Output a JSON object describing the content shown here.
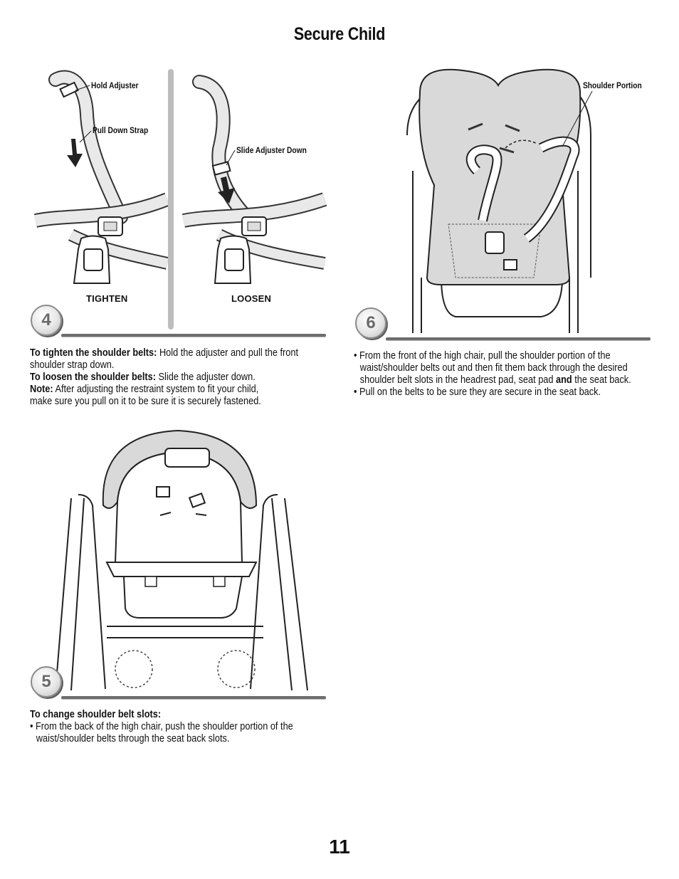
{
  "page": {
    "title": "Secure Child",
    "page_number": "11"
  },
  "step4": {
    "number": "4",
    "callouts": {
      "hold_adjuster": "Hold Adjuster",
      "pull_down_strap": "Pull Down Strap",
      "slide_adjuster_down": "Slide Adjuster Down"
    },
    "captions": {
      "tighten": "TIGHTEN",
      "loosen": "LOOSEN"
    },
    "text": {
      "tighten_label": "To tighten the shoulder belts:",
      "tighten_body": " Hold the adjuster and pull the front shoulder strap down.",
      "loosen_label": "To loosen the shoulder belts:",
      "loosen_body": " Slide the adjuster down.",
      "note_label": "Note:",
      "note_body_1": " After adjusting the restraint system to fit your child,",
      "note_body_2": "make sure you pull on it to be sure it is securely fastened."
    }
  },
  "step5": {
    "number": "5",
    "text": {
      "heading": "To change shoulder belt slots:",
      "bullet_1": "• From the back of the high chair, push the shoulder portion of the waist/shoulder belts through the seat back slots."
    }
  },
  "step6": {
    "number": "6",
    "callouts": {
      "shoulder_portion": "Shoulder Portion"
    },
    "text": {
      "bullet_1_a": "• From the front of the high chair, pull the shoulder portion of the waist/shoulder belts out and then fit them back through the desired shoulder belt slots in the headrest pad, seat pad ",
      "bullet_1_bold": "and",
      "bullet_1_b": " the seat back.",
      "bullet_2": "• Pull on the belts to be sure they are secure in the seat back."
    }
  }
}
